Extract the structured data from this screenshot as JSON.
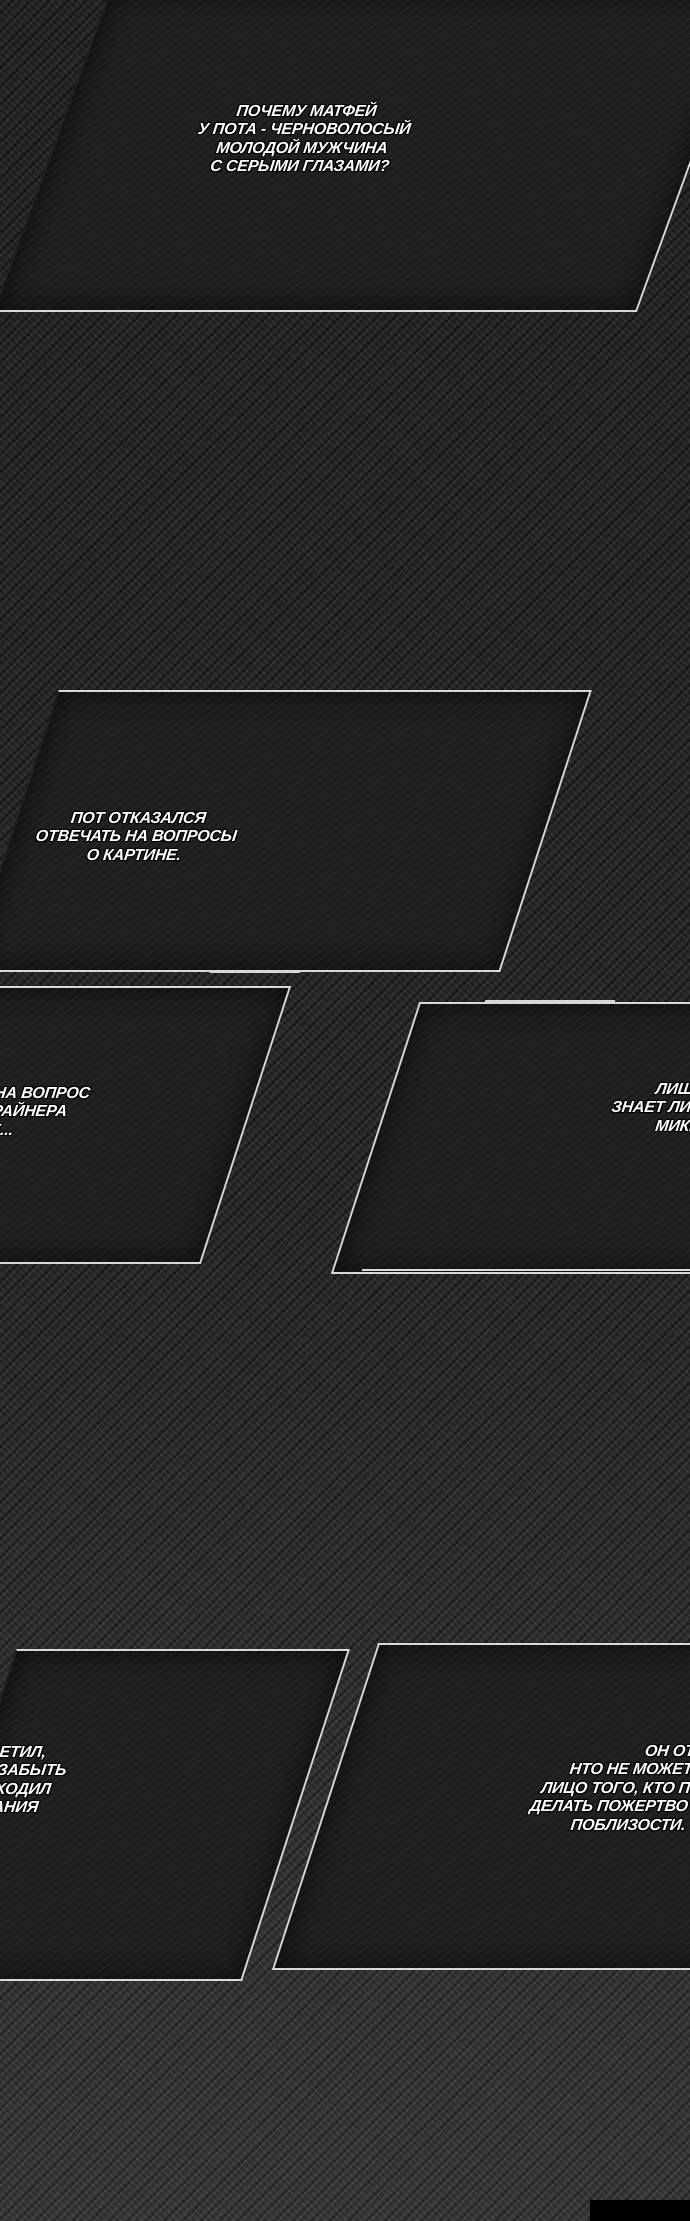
{
  "captions": [
    "ПОЧЕМУ МАТФЕЙ\nУ ПОТА - ЧЕРНОВОЛОСЫЙ\nМОЛОДОЙ МУЖЧИНА\nС СЕРЫМИ ГЛАЗАМИ?",
    "ПОТ ОТКАЗАЛСЯ\nОТВЕЧАТЬ НА ВОПРОСЫ\nО КАРТИНЕ.",
    "НА ВОПРОС\nРАЙНЕРА\nЕ...",
    "ЛИШЬ\nЗНАЕТ ЛИС\nМИКЕ",
    "ЕТИЛ,\nЗАБЫТЬ\nХОДИЛ\nАНИЯ",
    "ОН ОТ\nНТО НЕ МОЖЕТ\nЛИЦО ТОГО, КТО П\nДЕЛАТЬ ПОЖЕРТВО\nПОБЛИЗОСТИ."
  ]
}
